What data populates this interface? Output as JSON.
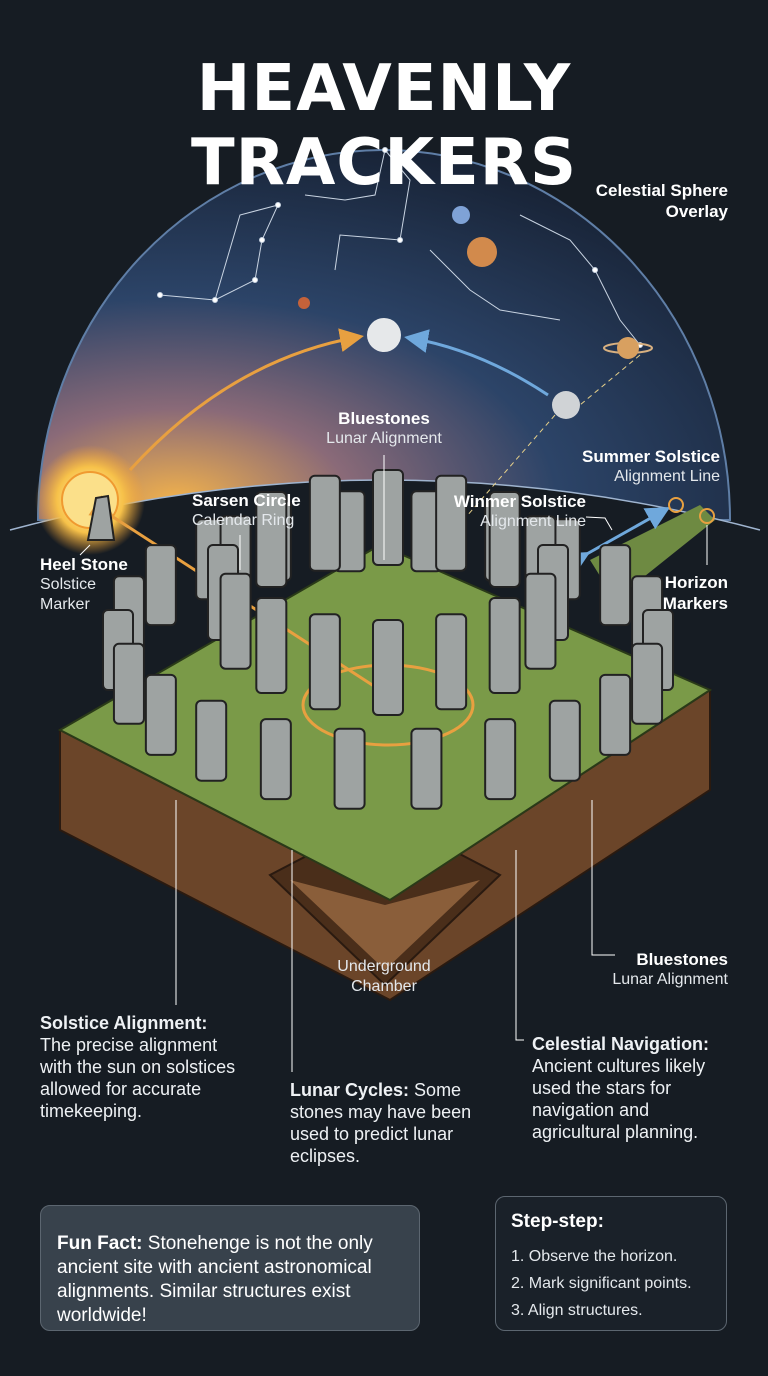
{
  "title": "HEAVENLY TRACKERS",
  "labels": {
    "celestial_sphere": {
      "title": "Celestial Sphere",
      "sub": "Overlay"
    },
    "bluestones_top": {
      "title": "Bluestones",
      "sub": "Lunar Alignment"
    },
    "summer_solstice": {
      "title": "Summer Solstice",
      "sub": "Alignment Line"
    },
    "sarsen_circle": {
      "title": "Sarsen Circle",
      "sub": "Calendar Ring"
    },
    "winter_solstice": {
      "title": "Winmer Solstice",
      "sub": "Alignment Line"
    },
    "heel_stone": {
      "title": "Heel Stone",
      "sub1": "Solstice",
      "sub2": "Marker"
    },
    "horizon_markers": {
      "title1": "Horizon",
      "title2": "Markers"
    },
    "underground": {
      "line1": "Underground",
      "line2": "Chamber"
    },
    "bluestones_bottom": {
      "title": "Bluestones",
      "sub": "Lunar Alignment"
    }
  },
  "notes": {
    "solstice": {
      "heading": "Solstice Alignment:",
      "body": "The precise alignment with the sun on solstices allowed for accurate timekeeping."
    },
    "lunar": {
      "heading": "Lunar Cycles:",
      "body": " Some stones may have been used to predict lunar eclipses."
    },
    "navigation": {
      "heading": "Celestial Navigation:",
      "body": "Ancient cultures likely used the stars for navigation and agricultural planning."
    }
  },
  "fun_fact": {
    "heading": "Fun Fact:",
    "body": " Stonehenge is not the only ancient site with ancient astronomical alignments. Similar structures exist worldwide!"
  },
  "steps": {
    "heading": "Step-step:",
    "items": [
      "1. Observe the horizon.",
      "2. Mark significant points.",
      "3. Align structures."
    ]
  },
  "colors": {
    "background": "#161c23",
    "sky": "#2a4468",
    "grass": "#7a9a48",
    "soil": "#6b4529",
    "stone": "#9ea3a2",
    "sun_arrow": "#e8a040",
    "moon_arrow": "#6fa8dc"
  }
}
